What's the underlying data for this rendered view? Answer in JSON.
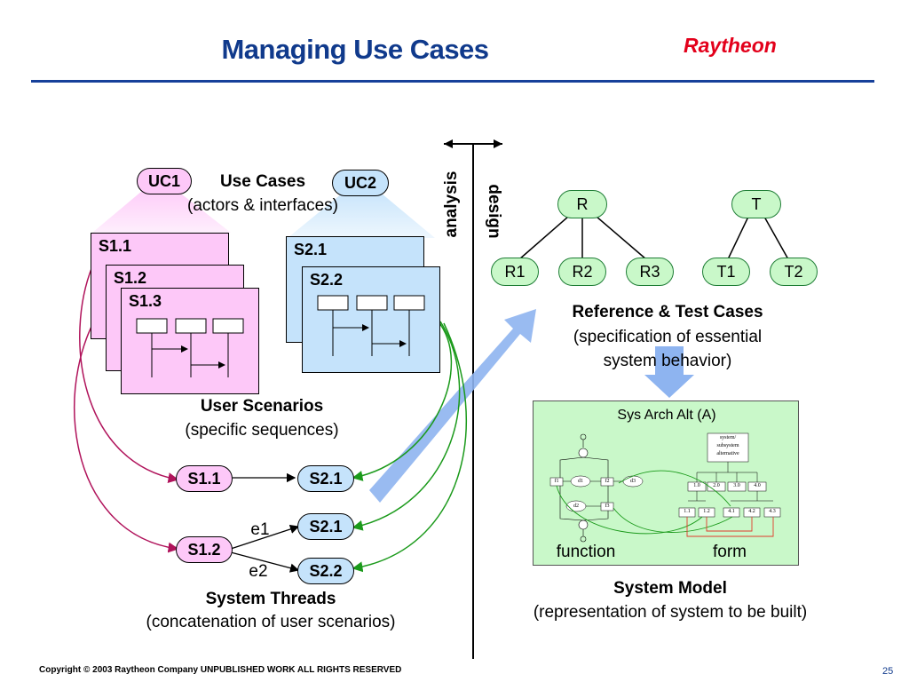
{
  "header": {
    "title": "Managing Use Cases",
    "brand": "Raytheon"
  },
  "use_cases": {
    "uc1": "UC1",
    "uc2": "UC2",
    "title": "Use Cases",
    "subtitle": "(actors & interfaces)"
  },
  "scenarios": {
    "pink": [
      "S1.1",
      "S1.2",
      "S1.3"
    ],
    "blue": [
      "S2.1",
      "S2.2"
    ],
    "title": "User Scenarios",
    "subtitle": "(specific sequences)"
  },
  "threads": {
    "s1_1": "S1.1",
    "s2_1_top": "S2.1",
    "s2_1_mid": "S2.1",
    "s1_2": "S1.2",
    "s2_2": "S2.2",
    "e1": "e1",
    "e2": "e2",
    "title": "System Threads",
    "subtitle": "(concatenation of user scenarios)"
  },
  "axis": {
    "analysis": "analysis",
    "design": "design"
  },
  "reference": {
    "R": "R",
    "R1": "R1",
    "R2": "R2",
    "R3": "R3",
    "T": "T",
    "T1": "T1",
    "T2": "T2",
    "title": "Reference & Test Cases",
    "subtitle_line1": "(specification of essential",
    "subtitle_line2": "system behavior)"
  },
  "system_model": {
    "box_title": "Sys Arch Alt (A)",
    "function_label": "function",
    "form_label": "form",
    "title": "System Model",
    "subtitle": "(representation of system to be built)",
    "tiny": {
      "root": [
        "system/",
        "subsystem",
        "alternative"
      ],
      "row1": [
        "1.0",
        "2.0",
        "3.0",
        "4.0"
      ],
      "row2": [
        "1.1",
        "1.2",
        "4.1",
        "4.2",
        "4.3"
      ],
      "func": [
        "f1",
        "d1",
        "f2",
        "d3",
        "d2",
        "f3"
      ]
    }
  },
  "footer": {
    "copyright": "Copyright © 2003 Raytheon Company UNPUBLISHED WORK ALL RIGHTS RESERVED",
    "page": "25"
  },
  "colors": {
    "title": "#103a8c",
    "brand": "#e3001b",
    "pink": "#fdc8f8",
    "blue": "#c5e3fb",
    "green": "#c9f8c9",
    "arrow": "#8eb4f0"
  }
}
